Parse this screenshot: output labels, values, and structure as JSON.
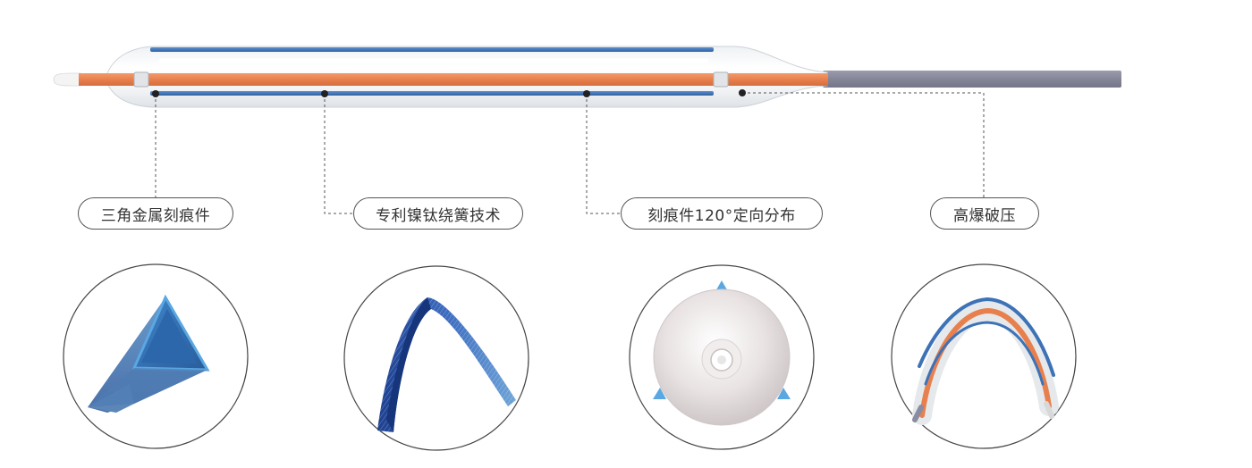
{
  "features": [
    {
      "label": "三角金属刻痕件",
      "icon": "triangular-metal-blade-icon"
    },
    {
      "label": "专利镍钛绕簧技术",
      "icon": "nitinol-coil-spring-icon"
    },
    {
      "label": "刻痕件120°定向分布",
      "icon": "balloon-cross-section-icon"
    },
    {
      "label": "高爆破压",
      "icon": "bent-catheter-icon"
    }
  ],
  "colors": {
    "catheter_orange": "#E8804E",
    "coil_blue": "#3D72B6",
    "shaft_gray": "#8A8CA0",
    "triangle_blue": "#5AA7E2",
    "leader_line": "#555555"
  }
}
